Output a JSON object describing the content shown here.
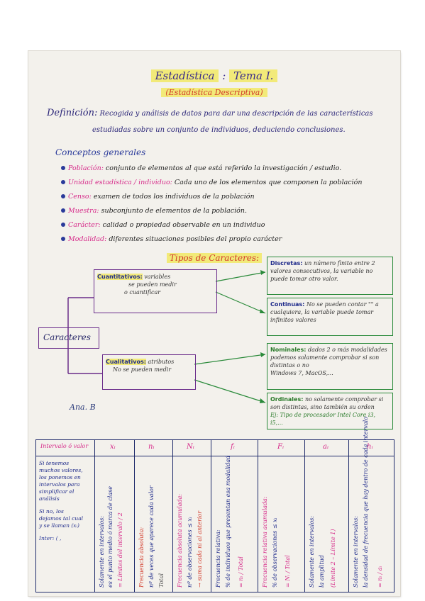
{
  "title": {
    "left": "Estadística",
    "right": "Tema I."
  },
  "subtitle": "(Estadística Descriptiva)",
  "definition": {
    "label": "Definición:",
    "line1": "Recogida y análisis de datos para dar una descripción de las características",
    "line2": "estudiadas sobre un conjunto de individuos, deduciendo conclusiones."
  },
  "concepts_title": "Conceptos generales",
  "concepts": [
    {
      "label": "Población:",
      "text": "conjunto de elementos al que está referido la investigación / estudio."
    },
    {
      "label": "Unidad estadística / individuo:",
      "text": "Cada uno de los elementos que componen la población"
    },
    {
      "label": "Censo:",
      "text": "examen de todos los individuos de la población"
    },
    {
      "label": "Muestra:",
      "text": "subconjunto de elementos de la población."
    },
    {
      "label": "Carácter:",
      "text": "calidad o propiedad observable en un individuo"
    },
    {
      "label": "Modalidad:",
      "text": "diferentes situaciones posibles del propio carácter"
    }
  ],
  "tipos_title": "Tipos de Caracteres:",
  "diagram": {
    "root": "Caracteres",
    "cuantitativos": {
      "label": "Cuantitativos:",
      "line1": "variables",
      "line2": "se pueden medir",
      "line3": "o cuantificar"
    },
    "cualitativos": {
      "label": "Cualitativos:",
      "line1": "atributos",
      "line2": "No se pueden medir"
    },
    "discreta": {
      "label": "Discretas:",
      "text": "un número finito entre 2 valores consecutivos, la variable no puede tomar otro valor."
    },
    "continua": {
      "label": "Continuas:",
      "text": "No se pueden contar \"\" a cualquiera, la variable puede tomar infinitos valores"
    },
    "nominal": {
      "label": "Nominales:",
      "text": "dados 2 o más modalidades podemos solamente comprobar si son distintas o no",
      "example": "Windows 7, MacOS,..."
    },
    "ordinal": {
      "label": "Ordinales:",
      "text": "no solamente comprobar si son distintas, sino también su orden",
      "example": "Ej: Tipo de procesador Intel Core i3, i5,..."
    }
  },
  "signature": "Ana. B",
  "table": {
    "headers": [
      "Intervalo ó valor",
      "xᵢ",
      "nᵢ",
      "Nᵢ",
      "fᵢ",
      "Fᵢ",
      "aᵢ",
      "hᵢ"
    ],
    "first_col": {
      "p1": "Si tenemos muchos valores, los ponemos en intervalos para simplificar el análisis",
      "p2": "Si no, los dejamos tal cual y se llaman (xᵢ)",
      "p3": "Inter: ( ,"
    },
    "cols": [
      {
        "a": "Solamente en intervalos:",
        "b": "es el punto medio ó marca de clase",
        "c": "= Límites del intervalo / 2"
      },
      {
        "a": "Frecuencia absoluta:",
        "b": "nº de veces que aparece cada valor",
        "c": "Total"
      },
      {
        "a": "Frecuencia absoluta acumulada:",
        "b": "nº de observaciones ≤ xᵢ",
        "c": "→ suma cada ni al anterior"
      },
      {
        "a": "Frecuencia relativa:",
        "b": "% de individuos que presentan esa modalidad",
        "c": "= nᵢ / Total"
      },
      {
        "a": "Frecuencia relativa acumulada:",
        "b": "% de observaciones ≤ xᵢ",
        "c": "= Nᵢ / Total"
      },
      {
        "a": "Solamente en intervalos:",
        "b": "la amplitud",
        "c": "(Límite 2 – Límite 1)"
      },
      {
        "a": "Solamente en intervalos:",
        "b": "la densidad de frecuencia que hay dentro de cada intervalo",
        "c": "= nᵢ / aᵢ"
      }
    ]
  }
}
